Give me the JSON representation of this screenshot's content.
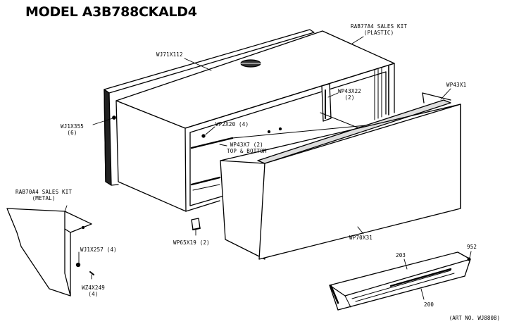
{
  "title": "MODEL A3B788CKALD4",
  "parts": {
    "rab77a4": {
      "line1": "RAB77A4 SALES KIT",
      "line2": "(PLASTIC)"
    },
    "wj71x112": {
      "line1": "WJ71X112"
    },
    "wj1x355": {
      "line1": "WJ1X355",
      "line2": "(6)"
    },
    "wp43x22": {
      "line1": "WP43X22",
      "line2": "(2)"
    },
    "wp43x1": {
      "line1": "WP43X1"
    },
    "wp2x20": {
      "line1": "WP2X20 (4)"
    },
    "wp43x7": {
      "line1": "WP43X7 (2)",
      "line2": "TOP & BOTTOM"
    },
    "rab70a4": {
      "line1": "RAB70A4 SALES KIT",
      "line2": "(METAL)"
    },
    "wj1x257": {
      "line1": "WJ1X257 (4)"
    },
    "wz4x249": {
      "line1": "WZ4X249",
      "line2": "(4)"
    },
    "wp65x19": {
      "line1": "WP65X19 (2)"
    },
    "wp70x31": {
      "line1": "WP70X31"
    },
    "n203": {
      "line1": "203"
    },
    "n200": {
      "line1": "200"
    },
    "n952": {
      "line1": "952"
    }
  },
  "art_number": "(ART NO. WJ8808)"
}
